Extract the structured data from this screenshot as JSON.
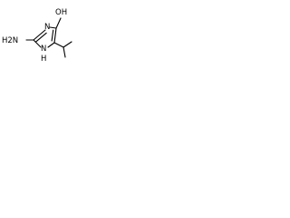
{
  "molecule": {
    "labels": {
      "oh": "OH",
      "nh2": "H2N",
      "n3": "N",
      "n1": "N",
      "n1_h": "H"
    }
  },
  "colors": {
    "bond": "#000000",
    "text": "#000000",
    "background": "#ffffff"
  }
}
